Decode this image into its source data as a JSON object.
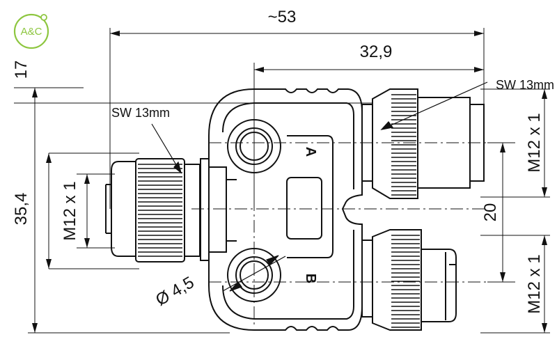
{
  "logo": {
    "text": "A&C",
    "color": "#8dc63f"
  },
  "dimensions": {
    "overall_width": "~53",
    "partial_width": "32,9",
    "top_offset": "17",
    "overall_height": "35,4",
    "port_spacing": "20",
    "hole_diameter": "Ø 4,5"
  },
  "labels": {
    "wrench_right": "SW 13mm",
    "wrench_left": "SW 13mm",
    "thread_left": "M12 x 1",
    "thread_right_top": "M12 x 1",
    "thread_right_bottom": "M12 x 1"
  },
  "ports": {
    "a": "A",
    "b": "B"
  },
  "colors": {
    "line": "#111111",
    "accent": "#8dc63f"
  }
}
